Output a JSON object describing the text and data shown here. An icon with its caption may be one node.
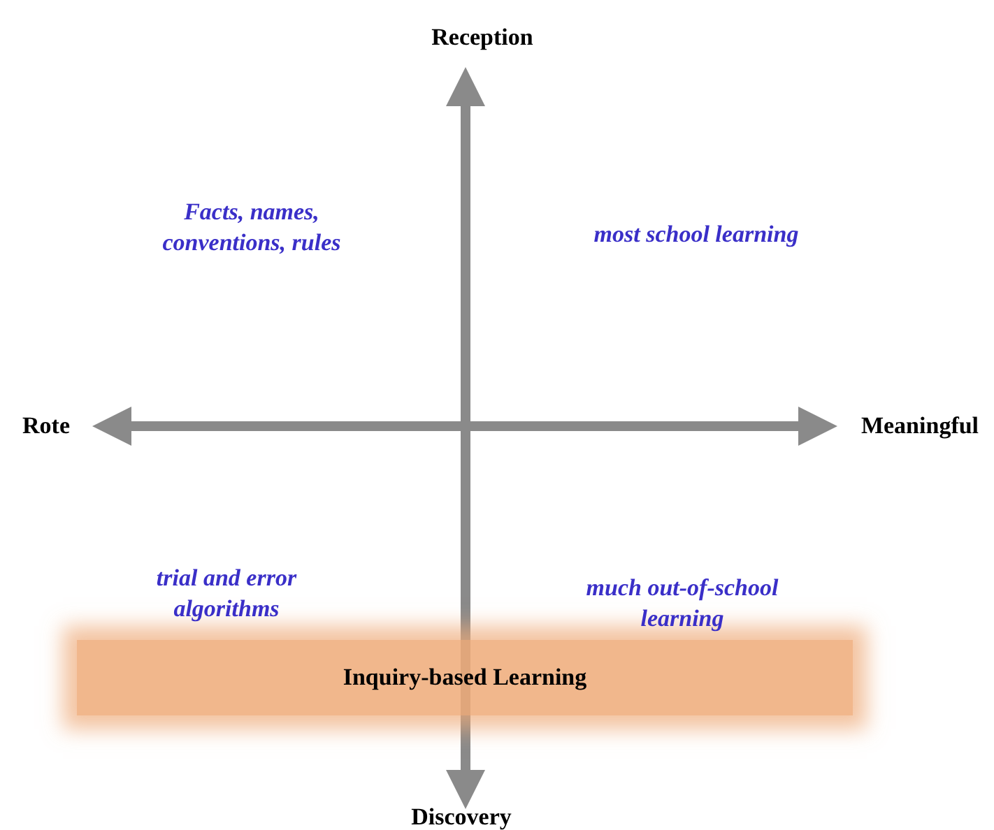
{
  "diagram": {
    "nodes": [
      {
        "text": [
          "Inquiry-based Learning"
        ]
      }
    ],
    "labels": [
      "Reception",
      "Facts, names, conventions, rules",
      "most school learning",
      "Rote",
      "Meaningful",
      "trial and error algorithms",
      "much out-of-school learning",
      "Discovery"
    ]
  }
}
